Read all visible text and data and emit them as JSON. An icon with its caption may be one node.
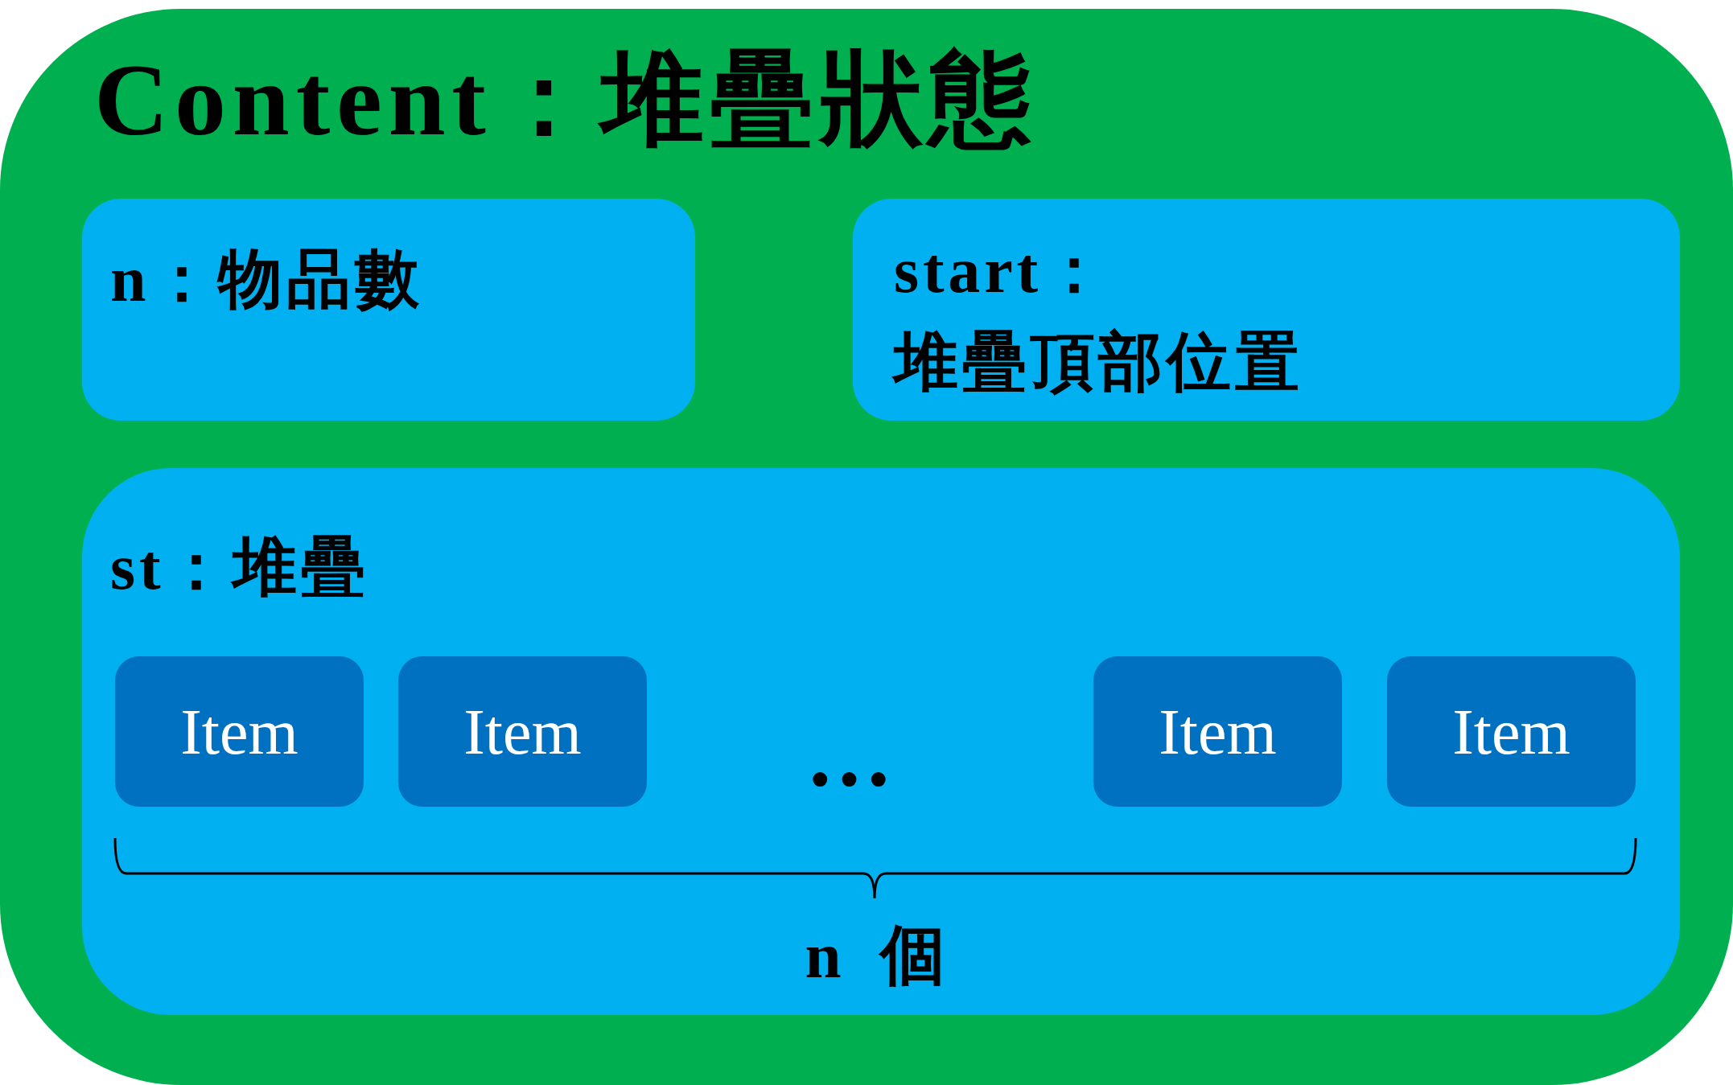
{
  "diagram": {
    "nodes": [
      {
        "text": [
          "Content：堆疊狀態"
        ]
      },
      {
        "text": [
          "n：物品數"
        ],
        "in": 0
      },
      {
        "text": [
          "start：堆疊頂部位置"
        ],
        "in": 0
      },
      {
        "text": [
          "st：堆疊"
        ],
        "in": 0
      },
      {
        "text": [
          "Item"
        ],
        "in": 3
      },
      {
        "text": [
          "Item"
        ],
        "in": 3
      },
      {
        "text": [
          "Item"
        ],
        "in": 3
      },
      {
        "text": [
          "Item"
        ],
        "in": 3
      }
    ],
    "labels": [
      "...",
      "n 個"
    ]
  }
}
